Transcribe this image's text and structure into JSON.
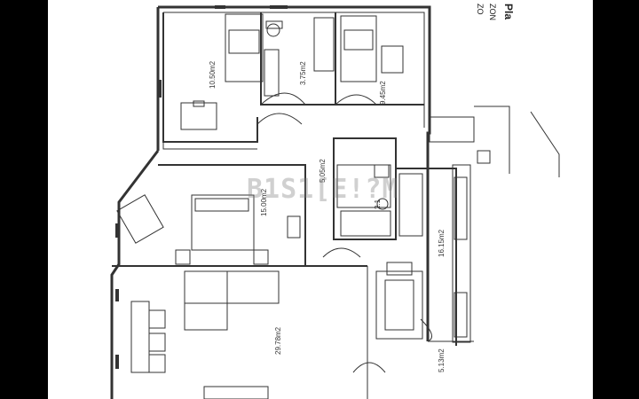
{
  "app": {
    "background": "#000000",
    "sheet": "#ffffff",
    "line": "#333333"
  },
  "watermark": "B1S1[E!?M",
  "corner": {
    "line1": "ZO",
    "line2": "ZON",
    "line3": "Pla"
  },
  "rooms": {
    "bedroom_top_left": "10.50m2",
    "bathroom_top": "3.75m2",
    "bedroom_top_right": "9.45m2",
    "bedroom_main": "15.00m2",
    "hall": "5.05m2",
    "bathroom_small": "2.1",
    "kitchen": "16.15m2",
    "living_room": "29.78m2",
    "entrance": "5.13m2"
  }
}
